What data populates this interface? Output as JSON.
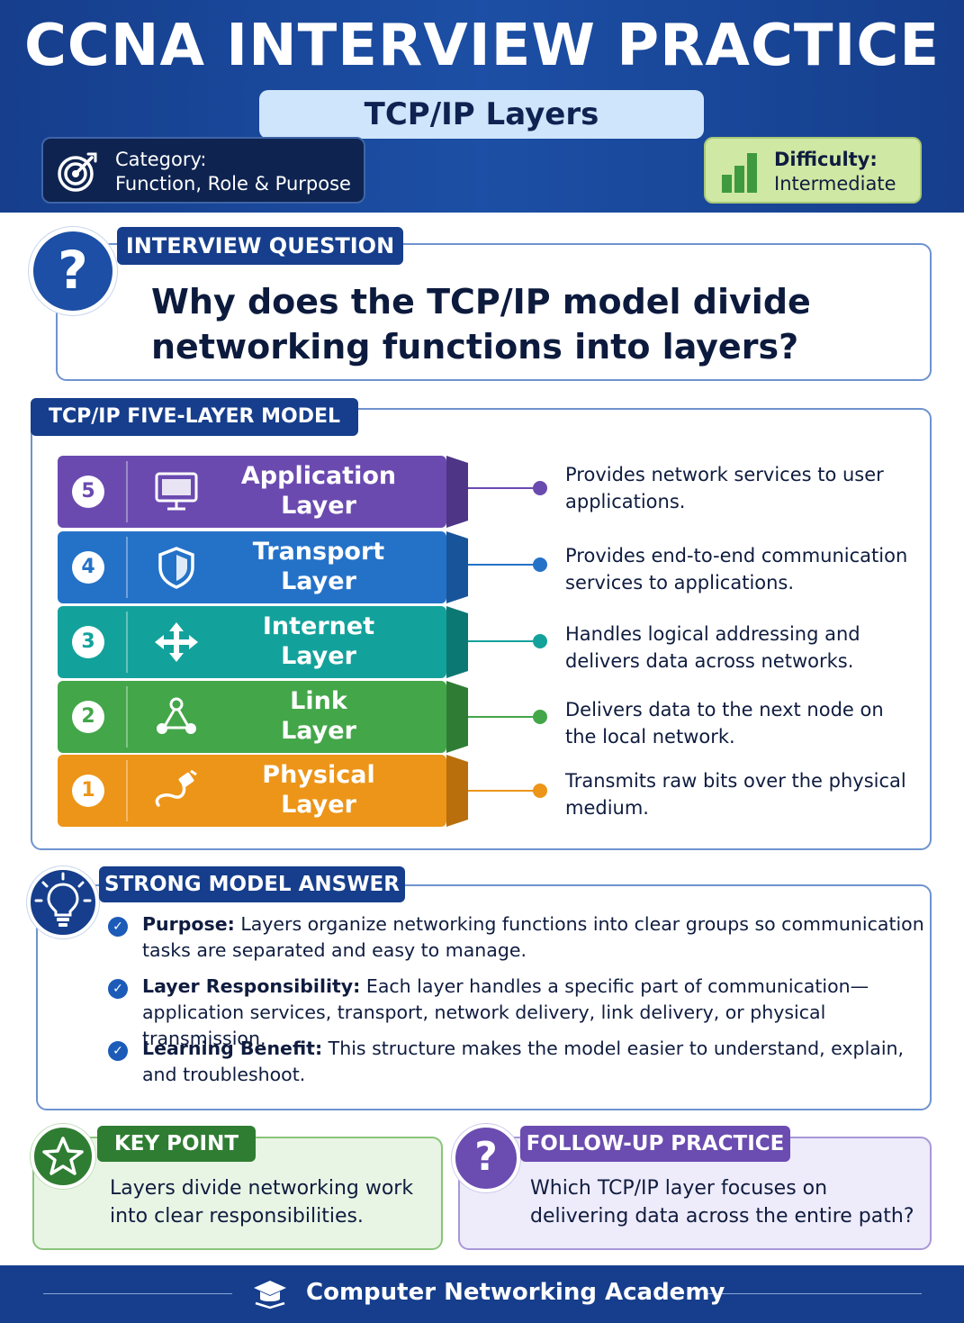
{
  "header": {
    "title": "CCNA INTERVIEW PRACTICE",
    "topic": "TCP/IP Layers",
    "category_label": "Category:",
    "category_value": "Function, Role & Purpose",
    "difficulty_label": "Difficulty:",
    "difficulty_value": "Intermediate"
  },
  "question": {
    "tag": "INTERVIEW QUESTION",
    "icon": "?",
    "text": "Why does the TCP/IP model divide networking functions into layers?"
  },
  "model": {
    "tag": "TCP/IP FIVE-LAYER MODEL",
    "layers": [
      {
        "number": "5",
        "name_line1": "Application",
        "name_line2": "Layer",
        "description": "Provides network services to user applications.",
        "color": "#6b4ab0",
        "icon": "monitor-icon"
      },
      {
        "number": "4",
        "name_line1": "Transport",
        "name_line2": "Layer",
        "description": "Provides end-to-end communication services to applications.",
        "color": "#2472c8",
        "icon": "shield-icon"
      },
      {
        "number": "3",
        "name_line1": "Internet",
        "name_line2": "Layer",
        "description": "Handles logical addressing and delivers data across networks.",
        "color": "#13a29b",
        "icon": "arrows-icon"
      },
      {
        "number": "2",
        "name_line1": "Link",
        "name_line2": "Layer",
        "description": "Delivers data to the next node on the local network.",
        "color": "#43a649",
        "icon": "nodes-icon"
      },
      {
        "number": "1",
        "name_line1": "Physical",
        "name_line2": "Layer",
        "description": "Transmits raw bits over the physical medium.",
        "color": "#ec9518",
        "icon": "cable-icon"
      }
    ]
  },
  "answer": {
    "tag": "STRONG MODEL ANSWER",
    "items": [
      {
        "label": "Purpose:",
        "text": " Layers organize networking functions into clear groups so communication tasks are separated and easy to manage."
      },
      {
        "label": "Layer Responsibility:",
        "text": " Each layer handles a specific part of communication—application services, transport, network delivery, link delivery, or physical transmission."
      },
      {
        "label": "Learning Benefit:",
        "text": " This structure makes the model easier to understand, explain, and troubleshoot."
      }
    ]
  },
  "key_point": {
    "tag": "KEY POINT",
    "text": "Layers divide networking work into clear responsibilities."
  },
  "follow_up": {
    "tag": "FOLLOW-UP PRACTICE",
    "icon": "?",
    "text": "Which TCP/IP layer focuses on delivering data across the entire path?"
  },
  "footer": {
    "text": "Computer Networking Academy"
  }
}
